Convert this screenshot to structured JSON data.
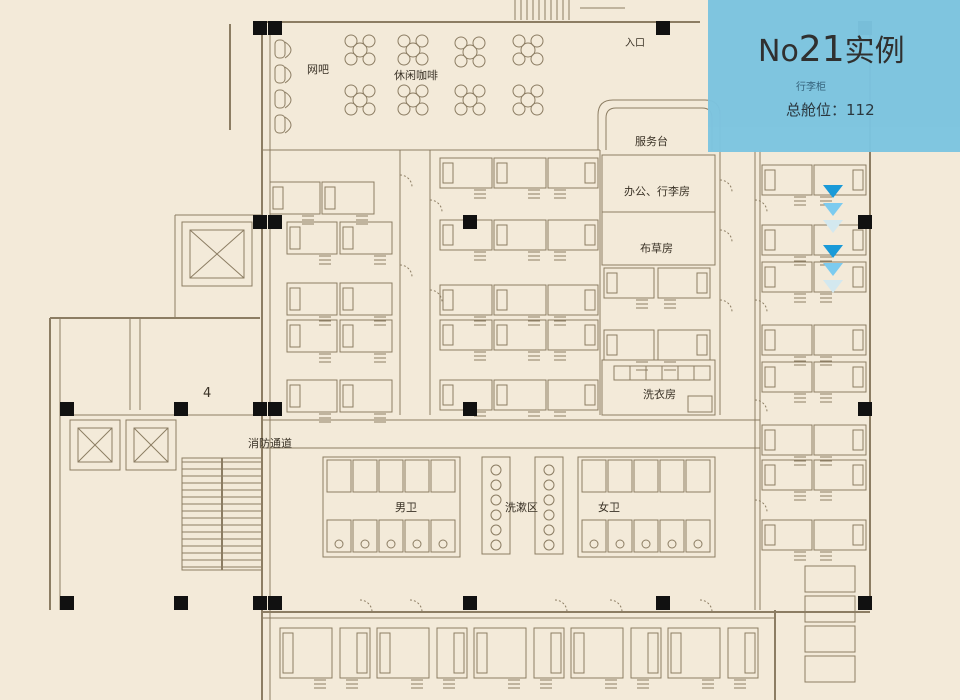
{
  "legend": {
    "title_prefix": "No",
    "title_number": "21",
    "title_suffix": "实例",
    "subtitle": "行李柜",
    "total_label": "总舱位：112",
    "color": "#7cc4e0"
  },
  "rooms": {
    "internet_cafe": "网吧",
    "cafe": "休闲咖啡",
    "entrance": "入口",
    "service_desk": "服务台",
    "office_luggage": "办公、行李房",
    "linen": "布草房",
    "laundry": "洗衣房",
    "fire_passage": "消防通道",
    "mens_toilet": "男卫",
    "washroom": "洗漱区",
    "womens_toilet": "女卫",
    "stair_number": "4"
  },
  "colors": {
    "background": "#f3ead9",
    "wall": "#8c7d63",
    "column": "#111111",
    "arrow_dark": "#1a9ad8",
    "arrow_mid": "#7ccbef",
    "arrow_light": "#d3e8ef"
  }
}
